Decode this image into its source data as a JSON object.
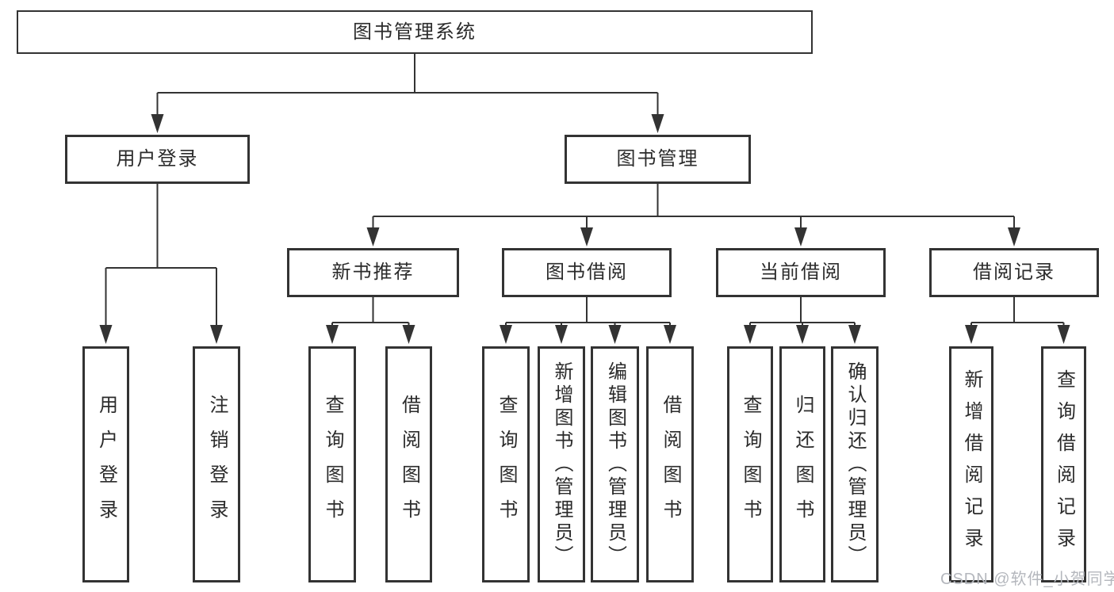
{
  "tree": {
    "root": {
      "label": "图书管理系统",
      "children": [
        {
          "label": "用户登录",
          "children": [
            {
              "label": "用户登录"
            },
            {
              "label": "注销登录"
            }
          ]
        },
        {
          "label": "图书管理",
          "children": [
            {
              "label": "新书推荐",
              "children": [
                {
                  "label": "查询图书"
                },
                {
                  "label": "借阅图书"
                }
              ]
            },
            {
              "label": "图书借阅",
              "children": [
                {
                  "label": "查询图书"
                },
                {
                  "label": "新增图书（管理员）"
                },
                {
                  "label": "编辑图书（管理员）"
                },
                {
                  "label": "借阅图书"
                }
              ]
            },
            {
              "label": "当前借阅",
              "children": [
                {
                  "label": "查询图书"
                },
                {
                  "label": "归还图书"
                },
                {
                  "label": "确认归还（管理员）"
                }
              ]
            },
            {
              "label": "借阅记录",
              "children": [
                {
                  "label": "新增借阅记录"
                },
                {
                  "label": "查询借阅记录"
                }
              ]
            }
          ]
        }
      ]
    }
  },
  "watermark": {
    "text": "CSDN @软件_小贺同学"
  },
  "colors": {
    "line": "#333333",
    "text": "#2b2b2b",
    "watermark": "#b4b7bd",
    "background": "#ffffff"
  }
}
